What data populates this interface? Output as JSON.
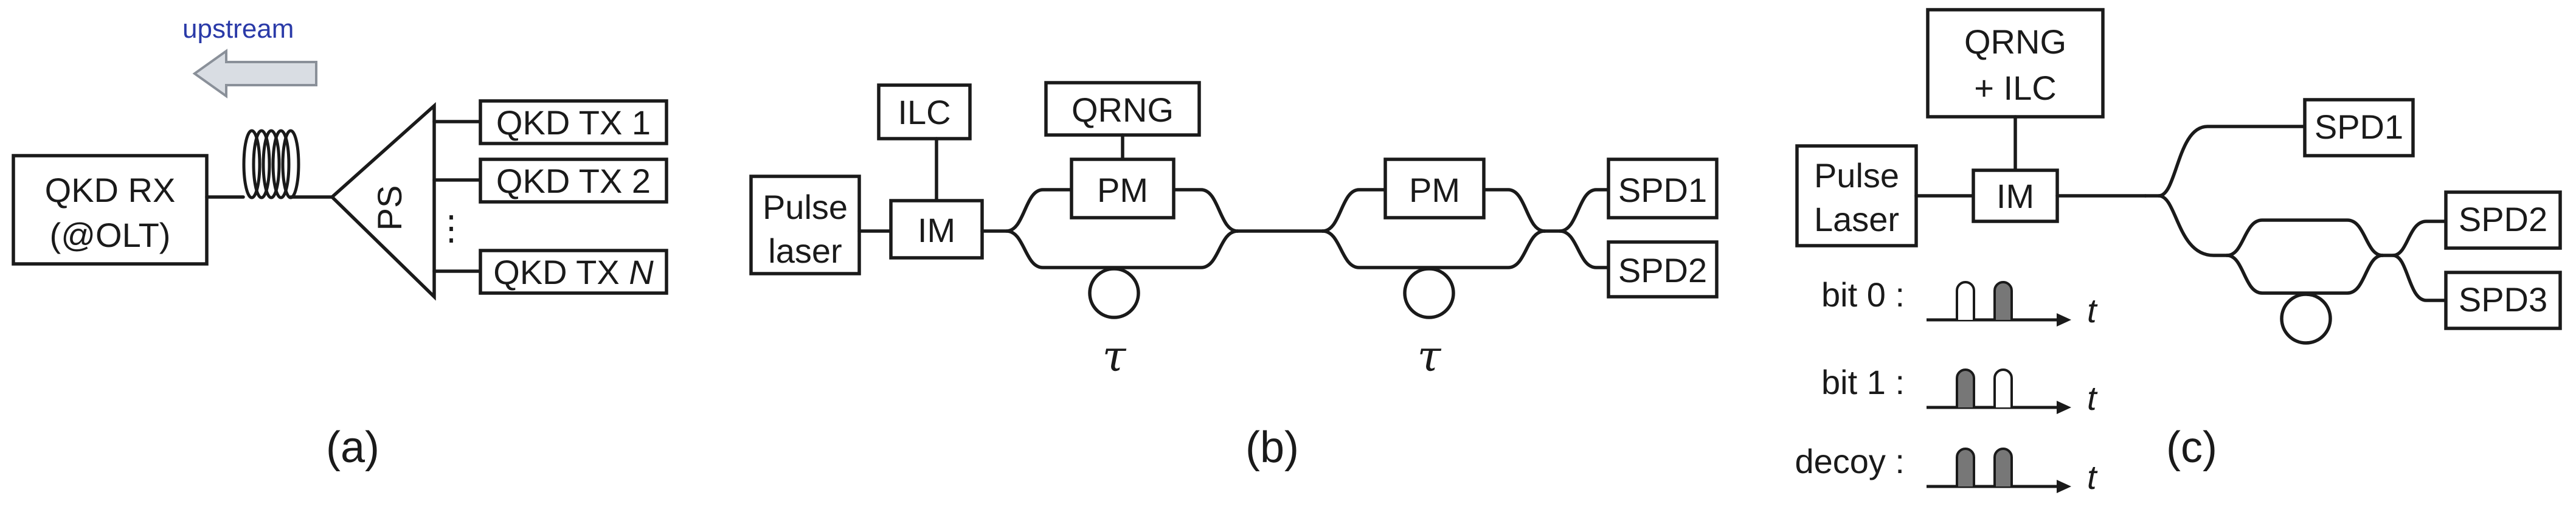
{
  "colors": {
    "ink": "#1a1a1a",
    "upstream_text": "#2a3aa8",
    "arrow_fill": "#d9dde3",
    "arrow_stroke": "#8a9099",
    "pulse_filled": "#777777"
  },
  "panel_a": {
    "caption": "(a)",
    "upstream": "upstream",
    "rx_line1": "QKD RX",
    "rx_line2": "(@OLT)",
    "splitter": "PS",
    "tx1": "QKD TX 1",
    "tx2": "QKD TX 2",
    "txn_prefix": "QKD TX ",
    "txn_suffix": "N",
    "dots": "⋮",
    "icons": {
      "fiber_spool": "fiber-spool-icon",
      "upstream_arrow": "left-arrow-icon"
    }
  },
  "panel_b": {
    "caption": "(b)",
    "ilc": "ILC",
    "qrng": "QRNG",
    "laser_line1": "Pulse",
    "laser_line2": "laser",
    "im": "IM",
    "pm1": "PM",
    "pm2": "PM",
    "tau1": "τ",
    "tau2": "τ",
    "spd1": "SPD1",
    "spd2": "SPD2"
  },
  "panel_c": {
    "caption": "(c)",
    "qrng_line1": "QRNG",
    "qrng_line2": "+ ILC",
    "laser_line1": "Pulse",
    "laser_line2": "Laser",
    "im": "IM",
    "spd1": "SPD1",
    "spd2": "SPD2",
    "spd3": "SPD3",
    "states": [
      {
        "label": "bit 0 :",
        "axis": "t",
        "pulses": [
          "empty",
          "filled"
        ]
      },
      {
        "label": "bit 1 :",
        "axis": "t",
        "pulses": [
          "filled",
          "empty"
        ]
      },
      {
        "label": "decoy :",
        "axis": "t",
        "pulses": [
          "filled",
          "filled"
        ]
      }
    ]
  }
}
